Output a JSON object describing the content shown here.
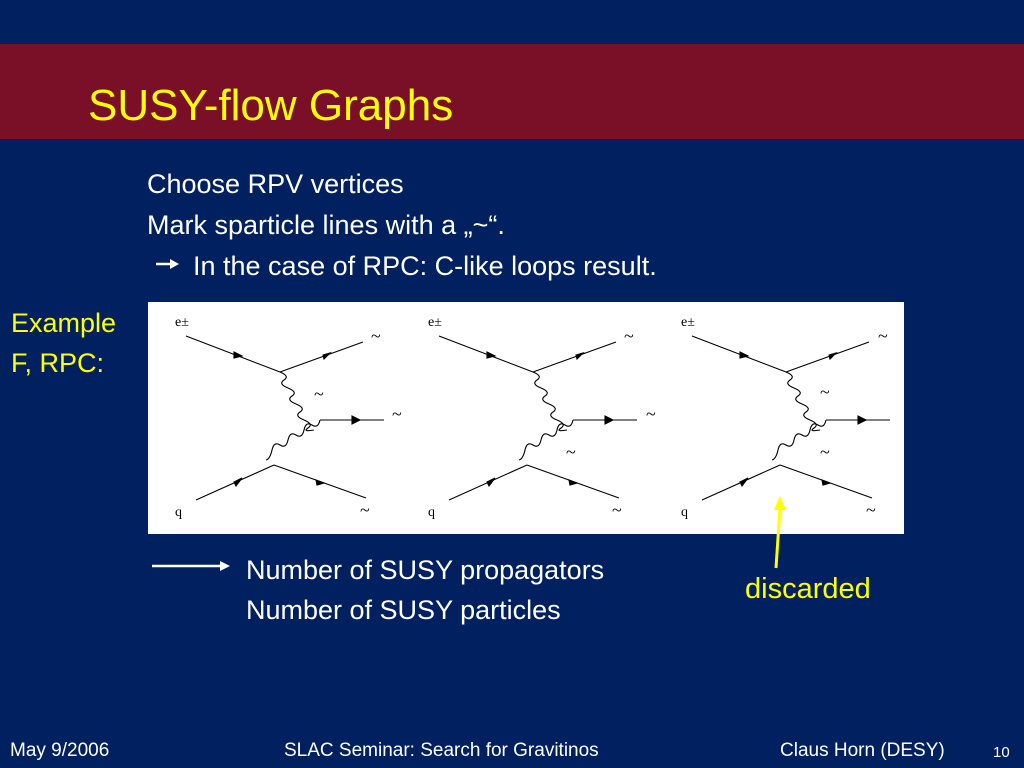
{
  "slide": {
    "title": "SUSY-flow Graphs",
    "bullets": [
      "Choose RPV vertices",
      "Mark sparticle lines with a „~“.",
      "In the case of RPC: C-like loops result."
    ],
    "example_label": [
      "Example",
      "F, RPC:"
    ],
    "legend": [
      "Number of SUSY propagators",
      "Number of SUSY particles"
    ],
    "discarded_label": "discarded",
    "diagram_labels": {
      "electron": "e±",
      "quark": "q",
      "tilde": "~"
    },
    "colors": {
      "background": "#002060",
      "title_band": "#7a1028",
      "accent": "#ffff00",
      "text": "#ffffff"
    }
  },
  "footer": {
    "date": "May 9/2006",
    "talk": "SLAC Seminar: Search for Gravitinos",
    "author": "Claus Horn (DESY)",
    "page": "10"
  }
}
